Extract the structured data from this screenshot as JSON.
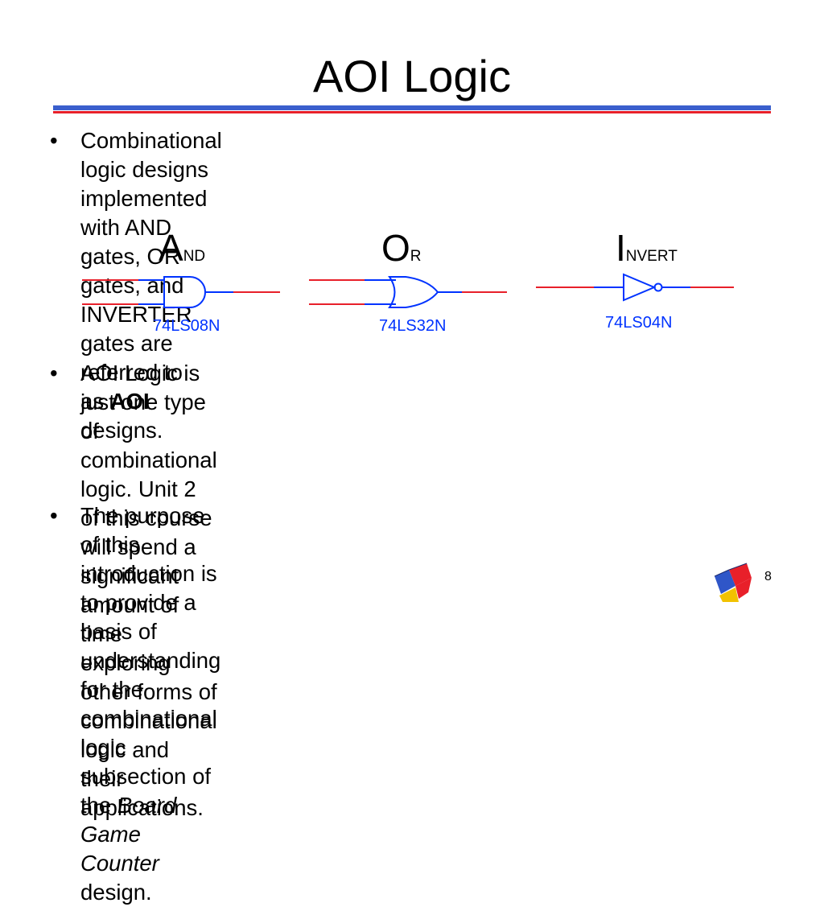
{
  "slide": {
    "title": "AOI Logic",
    "page_number": "8"
  },
  "bullets": {
    "symbol": "•",
    "b1": {
      "line1": "Combinational logic designs implemented with AND",
      "line2": "gates, OR gates, and INVERTER gates are referred to",
      "line3_pre": "as ",
      "line3_bold": "AOI",
      "line3_post": " designs."
    },
    "b2": {
      "line1": "AOI Logic is just one type of combinational logic. Unit 2",
      "line2": "of this course will spend a significant amount of time",
      "line3": "exploring other forms of combinational logic and their",
      "line4": "applications."
    },
    "b3": {
      "line1": "The purpose of this introduction is to provide a basis of",
      "line2": "understanding for the combinational logic subsection of",
      "line3_pre": "the ",
      "line3_italic": "Board Game Counter",
      "line3_post": " design."
    }
  },
  "gates": {
    "and": {
      "big": "A",
      "small": "ND",
      "part": "74LS08N"
    },
    "or": {
      "big": "O",
      "small": "R",
      "part": "74LS32N"
    },
    "not": {
      "big": "I",
      "small": "NVERT",
      "part": "74LS04N"
    }
  },
  "colors": {
    "title_rule_blue": "#3a5fcd",
    "title_rule_red": "#e8202a",
    "wire_red": "#e8202a",
    "gate_blue": "#0033ff"
  },
  "icons": [
    "logo-icon"
  ]
}
